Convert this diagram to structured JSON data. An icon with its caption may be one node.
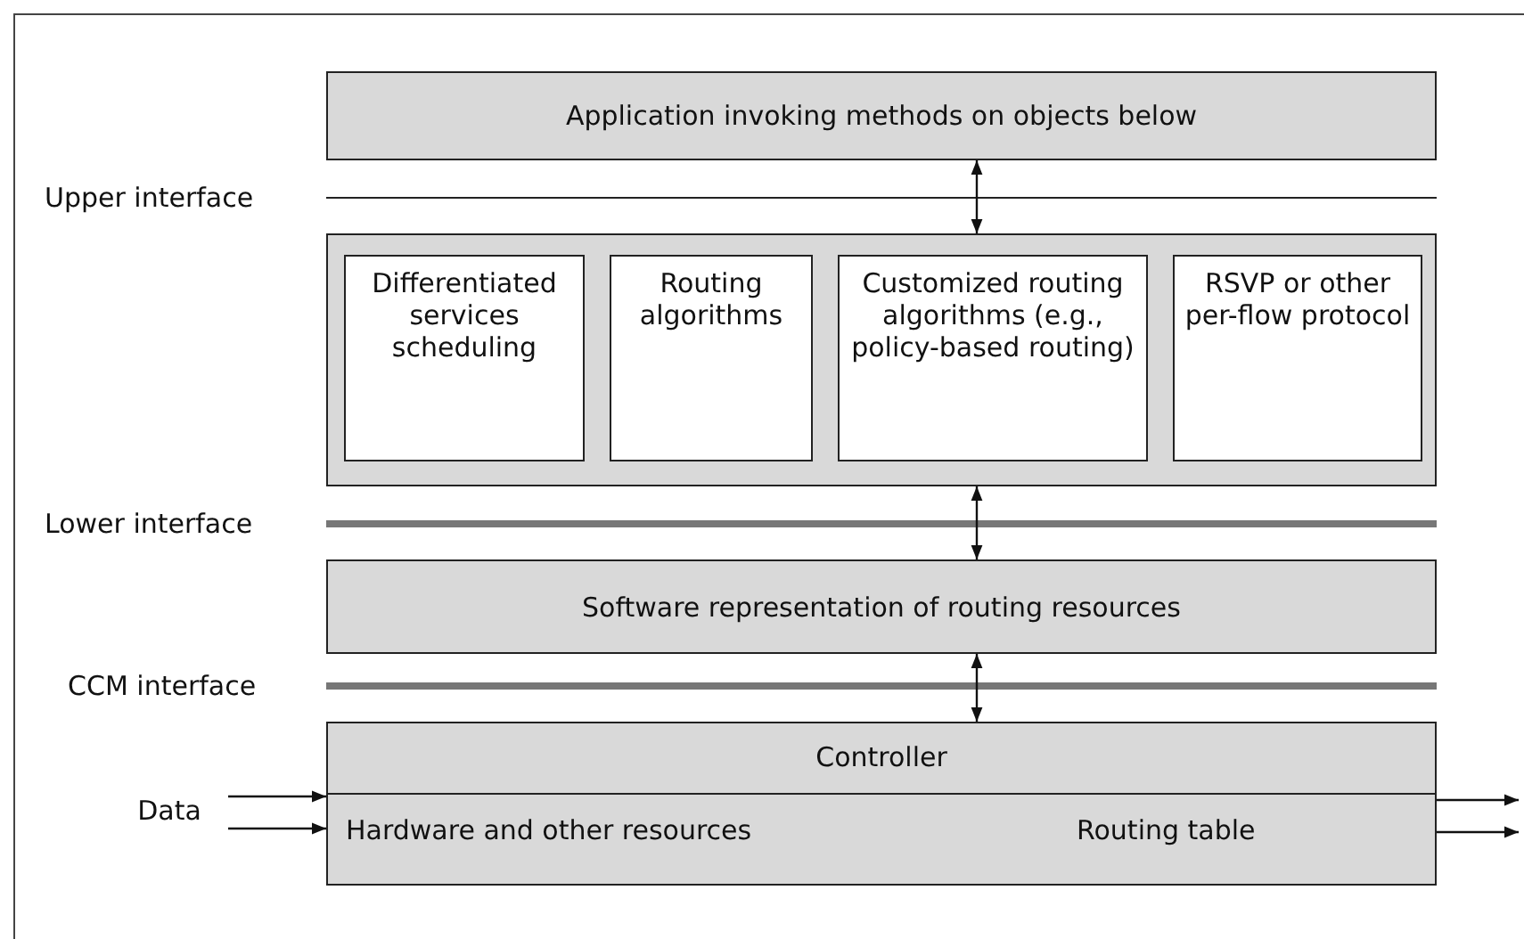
{
  "diagram": {
    "nodes": [
      {
        "text": [
          "Application invoking methods on objects below"
        ]
      },
      {
        "text": [],
        "shape": "box"
      },
      {
        "text": [
          "Differentiated services scheduling"
        ],
        "in": 1
      },
      {
        "text": [
          "Routing algorithms"
        ],
        "in": 1
      },
      {
        "text": [
          "Customized routing algorithms (e.g., policy-based routing)"
        ],
        "in": 1
      },
      {
        "text": [
          "RSVP or other per-flow protocol"
        ],
        "in": 1
      },
      {
        "text": [
          "Software representation of routing resources"
        ]
      },
      {
        "text": [
          "Controller",
          "Hardware and other resources",
          "Routing table"
        ]
      },
      {
        "text": [
          "Data"
        ]
      }
    ],
    "edges": [
      {
        "from": 0,
        "to": 1,
        "arrow": "both"
      },
      {
        "from": 1,
        "to": 6,
        "arrow": "both"
      },
      {
        "from": 6,
        "to": 7,
        "arrow": "both"
      },
      {
        "from": 8,
        "to": 7,
        "arrow": "to"
      },
      {
        "from": 8,
        "to": 7,
        "arrow": "to"
      },
      {
        "from": 7,
        "to": null,
        "arrow": "to"
      },
      {
        "from": 7,
        "to": null,
        "arrow": "to"
      }
    ],
    "labels": [
      "Upper interface",
      "Lower interface",
      "CCM interface"
    ]
  }
}
